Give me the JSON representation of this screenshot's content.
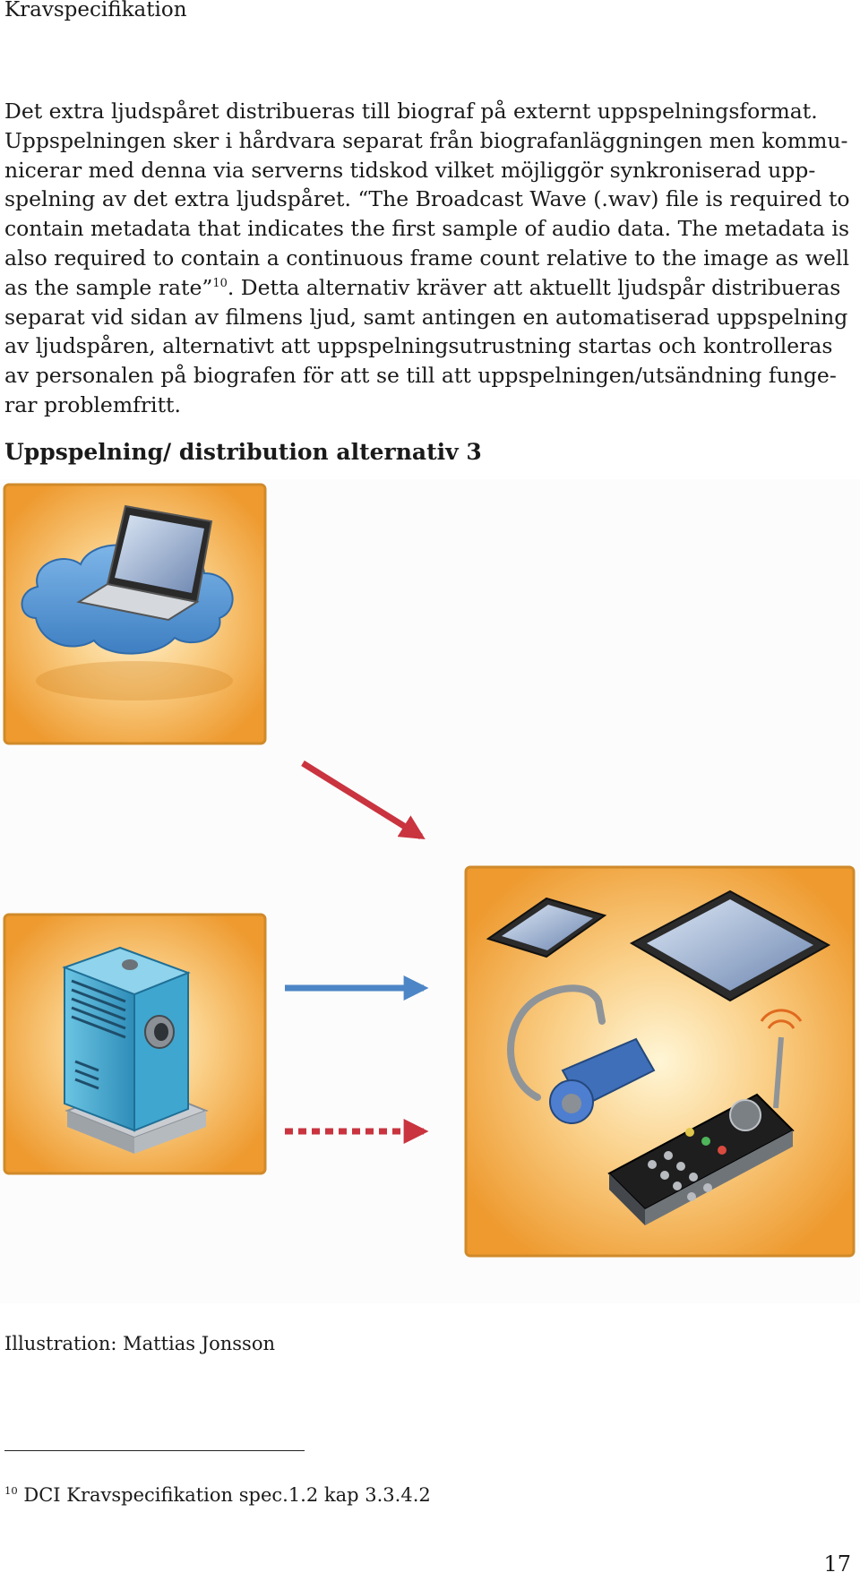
{
  "header": {
    "running_title": "Kravspecifikation"
  },
  "body": {
    "paragraph_lines": [
      "Det extra ljudspåret distribueras till biograf på externt uppspelningsformat.",
      "Uppspelningen sker i hårdvara separat från biografanläggningen men kommu-",
      "nicerar med denna via serverns tidskod vilket möjliggör synkroniserad upp-",
      "spelning av det extra ljudspåret. “The Broadcast Wave (.wav) file is required to",
      "contain metadata that indicates the first sample of audio data. The metadata is",
      "also required to contain a continuous frame count relative to the image as well"
    ],
    "line7_before_ref": "as the sample rate”",
    "footnote_ref": "10",
    "line7_after_ref": ". Detta alternativ kräver att aktuellt ljudspår distribueras",
    "paragraph_lines_end": [
      "separat vid sidan av filmens ljud, samt antingen en automatiserad uppspelning",
      "av ljudspåren, alternativt att uppspelningsutrustning startas och kontrolleras",
      "av personalen på biografen för att se till att uppspelningen/utsändning funge-",
      "rar problemfritt."
    ]
  },
  "section": {
    "heading": "Uppspelning/ distribution alternativ 3"
  },
  "figure": {
    "tile_color": "#F2A33A",
    "tile_border": "#D08A2A",
    "arrow_red": "#C9343F",
    "arrow_blue": "#4D86C6",
    "icons": [
      "cloud-laptop-icon",
      "projector-icon",
      "mobile-devices-icon"
    ]
  },
  "caption": "Illustration: Mattias Jonsson",
  "footnote": {
    "number": "10",
    "text": " DCI Kravspecifikation spec.1.2 kap 3.3.4.2"
  },
  "page_number": "17"
}
